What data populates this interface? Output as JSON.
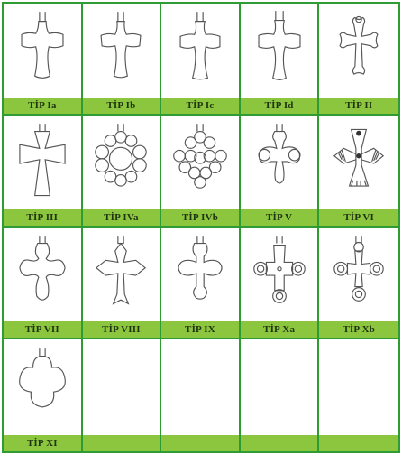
{
  "cross_types": [
    {
      "label": "TİP Ia",
      "icon": "latin-cross-flared-icon"
    },
    {
      "label": "TİP Ib",
      "icon": "latin-cross-flared-icon"
    },
    {
      "label": "TİP Ic",
      "icon": "latin-cross-flared-icon"
    },
    {
      "label": "TİP Id",
      "icon": "latin-cross-flared-icon"
    },
    {
      "label": "TİP II",
      "icon": "cross-knobbed-ends-icon"
    },
    {
      "label": "TİP III",
      "icon": "cross-pattee-icon"
    },
    {
      "label": "TİP IVa",
      "icon": "cross-of-circles-icon"
    },
    {
      "label": "TİP IVb",
      "icon": "cross-of-circles-icon"
    },
    {
      "label": "TİP V",
      "icon": "cross-trefoil-icon"
    },
    {
      "label": "TİP VI",
      "icon": "cross-fan-ends-icon"
    },
    {
      "label": "TİP VII",
      "icon": "cross-lobed-icon"
    },
    {
      "label": "TİP VIII",
      "icon": "cross-pointed-ends-icon"
    },
    {
      "label": "TİP IX",
      "icon": "cross-lobed-icon"
    },
    {
      "label": "TİP Xa",
      "icon": "cross-ringed-ends-icon"
    },
    {
      "label": "TİP Xb",
      "icon": "cross-ringed-ends-icon"
    },
    {
      "label": "TİP XI",
      "icon": "quatrefoil-cross-icon"
    }
  ],
  "colors": {
    "grid_line": "#2e9b33",
    "label_band": "#8cc63e",
    "drawing_line": "#555555"
  }
}
